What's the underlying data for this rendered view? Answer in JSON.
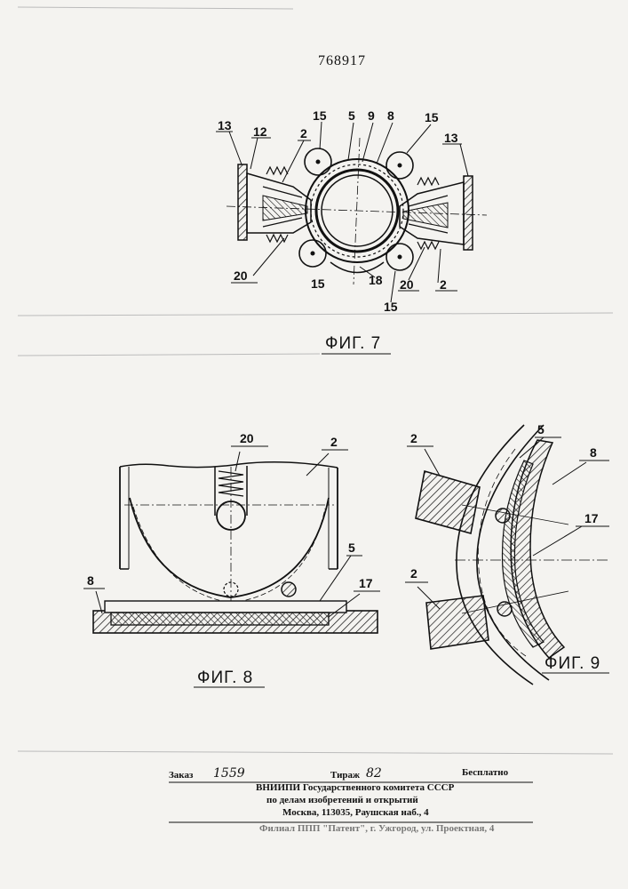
{
  "patent_number": "768917",
  "figures": {
    "fig7": {
      "caption": "ФИГ. 7",
      "labels": [
        "13",
        "12",
        "2",
        "15",
        "5",
        "9",
        "8",
        "15",
        "13",
        "20",
        "15",
        "18",
        "20",
        "2",
        "15"
      ]
    },
    "fig8": {
      "caption": "ФИГ. 8",
      "labels": [
        "20",
        "2",
        "8",
        "5",
        "17"
      ]
    },
    "fig9": {
      "caption": "ФИГ. 9",
      "labels": [
        "2",
        "5",
        "8",
        "17",
        "2"
      ]
    }
  },
  "colophon": {
    "order_label": "Заказ",
    "order_number": "1559",
    "print_run_label": "Тираж",
    "print_run": "82",
    "price": "Бесплатно",
    "line1": "ВНИИПИ Государственного комитета СССР",
    "line2": "по делам изобретений и открытий",
    "line3": "Москва, 113035, Раушская наб., 4",
    "line4": "Филиал ППП \"Патент\", г. Ужгород, ул. Проектная, 4"
  }
}
